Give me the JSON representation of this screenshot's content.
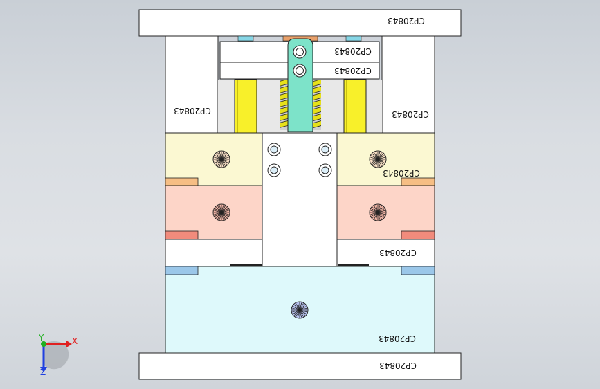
{
  "part_labels": {
    "top_plate": "CP20843",
    "ejector_plate_upper": "CP20843",
    "ejector_plate_lower": "CP20843",
    "spacer_left": "CP20843",
    "spacer_right": "CP20843",
    "a_plate": "CP20843",
    "stripper_plate": "CP20843",
    "b_plate": "CP20843",
    "bottom_plate": "CP20843"
  },
  "axes": {
    "x_label": "X",
    "y_label": "Y",
    "z_label": "Z"
  },
  "colors": {
    "background": "#d6dadf",
    "plate": "#ffffff",
    "cavity_block": "#fbf8d2",
    "core_block": "#fdd5c8",
    "base_block": "#def9fb",
    "guide_pin": "#f8f02a",
    "spring": "#e6e01a",
    "sprue_bar": "#7de3c9",
    "orange_pad": "#f6be84",
    "red_pad": "#f18b7c",
    "blue_pad": "#9bc7e9",
    "axis_x": "#e02020",
    "axis_y": "#20b020",
    "axis_z": "#2040e0"
  }
}
